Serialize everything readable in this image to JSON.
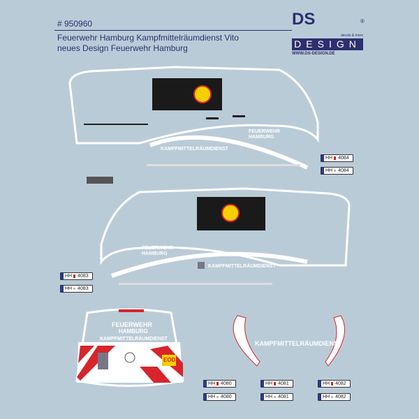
{
  "header": {
    "article_number": "# 950960",
    "title_line1": "Feuerwehr Hamburg Kampfmittelräumdienst Vito",
    "title_line2": "neues Design Feuerwehr Hamburg"
  },
  "logo": {
    "top": "DS",
    "registered": "®",
    "tagline": "decals & more",
    "word": "DESIGN",
    "url": "WWW.DS-DESIGN.DE"
  },
  "decals": {
    "feuerwehr": "FEUERWEHR",
    "hamburg": "HAMBURG",
    "kmrd": "KAMPFMITTELRÄUMDIENST",
    "eod": "EOD"
  },
  "plates": [
    {
      "city": "HH",
      "number": "4084",
      "seal": "red"
    },
    {
      "city": "HH",
      "number": "4084",
      "seal": "grey"
    },
    {
      "city": "HH",
      "number": "4083",
      "seal": "red"
    },
    {
      "city": "HH",
      "number": "4083",
      "seal": "grey"
    },
    {
      "city": "HH",
      "number": "4080",
      "seal": "red"
    },
    {
      "city": "HH",
      "number": "4081",
      "seal": "red"
    },
    {
      "city": "HH",
      "number": "4082",
      "seal": "red"
    },
    {
      "city": "HH",
      "number": "4080",
      "seal": "grey"
    },
    {
      "city": "HH",
      "number": "4081",
      "seal": "grey"
    },
    {
      "city": "HH",
      "number": "4082",
      "seal": "grey"
    }
  ],
  "colors": {
    "bg": "#bacbd8",
    "navy": "#2d2f6e",
    "red": "#d8242c",
    "panel": "#1a1a1a",
    "emblem": "#f5d000"
  }
}
